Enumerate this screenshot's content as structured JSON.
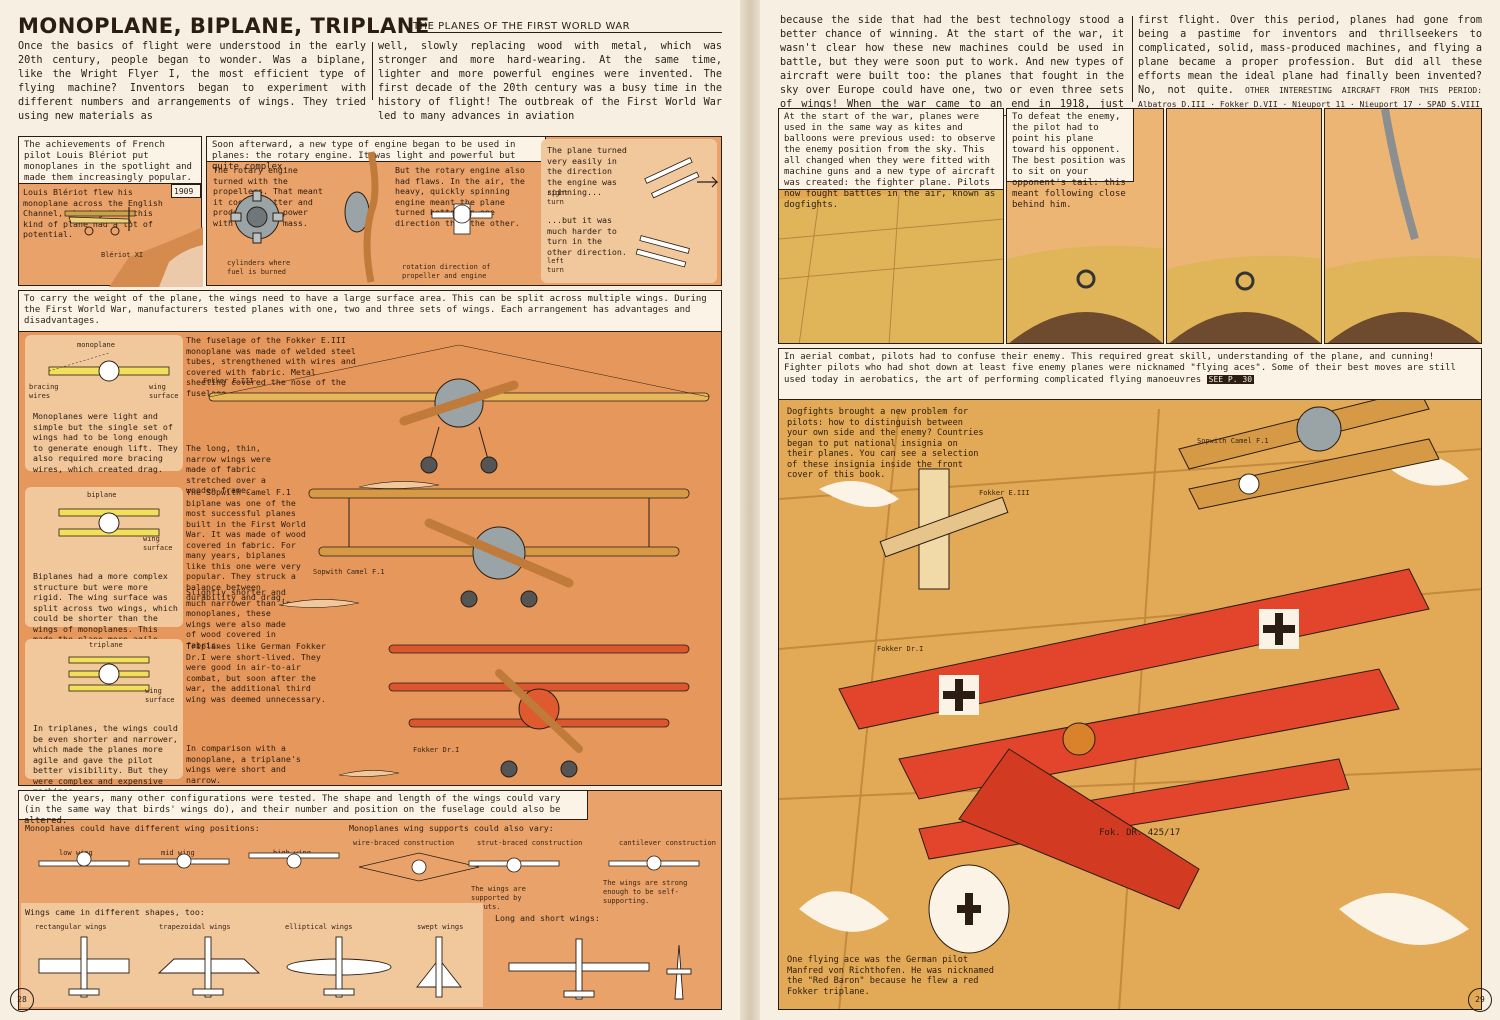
{
  "header": {
    "title": "MONOPLANE, BIPLANE, TRIPLANE",
    "subtitle": "THE PLANES OF THE FIRST WORLD WAR"
  },
  "intro": {
    "col1": "Once the basics of flight were understood in the early 20th century, people began to wonder. Was a biplane, like the Wright Flyer I, the most efficient type of flying machine? Inventors began to experiment with different numbers and arrangements of wings. They tried using new materials as",
    "col2": "well, slowly replacing wood with metal, which was stronger and more hard-wearing. At the same time, lighter and more powerful engines were invented. The first decade of the 20th century was a busy time in the history of flight! The outbreak of the First World War led to many advances in aviation",
    "col3": "because the side that had the best technology stood a better chance of winning. At the start of the war, it wasn't clear how these new machines could be used in battle, but they were soon put to work. And new types of aircraft were built too: the planes that fought in the sky over Europe could have one, two or even three sets of wings! When the war came to an end in 1918, just fifteen years had passed since the Wrights'",
    "col4": "first flight. Over this period, planes had gone from being a pastime for inventors and thrillseekers to complicated, solid, mass-produced machines, and flying a plane became a proper profession. But did all these efforts mean the ideal plane had finally been invented? No, not quite.",
    "col4_more": "OTHER INTERESTING AIRCRAFT FROM THIS PERIOD: Albatros D.III · Fokker D.VII · Nieuport 11 · Nieuport 17 · SPAD S.VIII"
  },
  "bleriot": {
    "caption": "The achievements of French pilot Louis Blériot put monoplanes in the spotlight and made them increasingly popular.",
    "year": "1909",
    "inner": "Louis Blériot flew his monoplane across the English Channel, showing that this kind of plane had a lot of potential.",
    "plane_label": "Blériot XI"
  },
  "rotary": {
    "caption": "Soon afterward, a new type of engine began to be used in planes: the rotary engine. It was light and powerful but quite complex.",
    "text1": "The rotary engine turned with the propellers. That meant it cooled better and produced more power with the same mass.",
    "text2": "But the rotary engine also had flaws. In the air, the heavy, quickly spinning engine meant the plane turned better in one direction than the other.",
    "text3": "The plane turned very easily in the direction the engine was spinning...",
    "right_turn": "right turn",
    "text4": "...but it was much harder to turn in the other direction.",
    "left_turn": "left turn",
    "cylinders": "cylinders where fuel is burned",
    "rotation": "rotation direction of propeller and engine"
  },
  "wings": {
    "caption": "To carry the weight of the plane, the wings need to have a large surface area. This can be split across multiple wings. During the First World War, manufacturers tested planes with one, two and three sets of wings. Each arrangement has advantages and disadvantages.",
    "mono": {
      "type": "monoplane",
      "bracing": "bracing wires",
      "surface": "wing surface",
      "plane": "Fokker E.III",
      "text": "Monoplanes were light and simple but the single set of wings had to be long enough to generate enough lift. They also required more bracing wires, which created drag.",
      "desc": "The fuselage of the Fokker E.III monoplane was made of welded steel tubes, strengthened with wires and covered with fabric. Metal sheeting covered the nose of the fuselage.",
      "wingnote": "The long, thin, narrow wings were made of fabric stretched over a wooden frame."
    },
    "bi": {
      "type": "biplane",
      "surface": "wing surface",
      "plane": "Sopwith Camel F.1",
      "text": "Biplanes had a more complex structure but were more rigid. The wing surface was split across two wings, which could be shorter than the wings of monoplanes. This made the plane more agile.",
      "desc": "The Sopwith Camel F.1 biplane was one of the most successful planes built in the First World War. It was made of wood covered in fabric. For many years, biplanes like this one were very popular. They struck a balance between durability and drag.",
      "wingnote": "Slightly shorter and much narrower than in monoplanes, these wings were also made of wood covered in fabric."
    },
    "tri": {
      "type": "triplane",
      "surface": "wing surface",
      "plane": "Fokker Dr.I",
      "text": "In triplanes, the wings could be even shorter and narrower, which made the planes more agile and gave the pilot better visibility. But they were complex and expensive machines.",
      "desc": "Triplanes like German Fokker Dr.I were short-lived. They were good in air-to-air combat, but soon after the war, the additional third wing was deemed unnecessary.",
      "wingnote": "In comparison with a monoplane, a triplane's wings were short and narrow."
    }
  },
  "configs": {
    "caption": "Over the years, many other configurations were tested. The shape and length of the wings could vary (in the same way that birds' wings do), and their number and position on the fuselage could also be altered.",
    "positions_title": "Monoplanes could have different wing positions:",
    "low": "low wing",
    "mid": "mid wing",
    "high": "high wing",
    "supports_title": "Monoplanes wing supports could also vary:",
    "wire": "wire-braced construction",
    "strut": "strut-braced construction",
    "cantilever": "cantilever construction",
    "strut_note": "The wings are supported by struts.",
    "cant_note": "The wings are strong enough to be self-supporting.",
    "shapes_title": "Wings came in different shapes, too:",
    "rect": "rectangular wings",
    "trap": "trapezoidal wings",
    "ellip": "elliptical wings",
    "swept": "swept wings",
    "length_title": "Long and short wings:"
  },
  "comic": {
    "p1": "At the start of the war, planes were used in the same way as kites and balloons were previous used: to observe the enemy position from the sky. This all changed when they were fitted with machine guns and a new type of aircraft was created: the fighter plane. Pilots now fought battles in the air, known as dogfights.",
    "p2": "To defeat the enemy, the pilot had to point his plane toward his opponent. The best position was to sit on your opponent's tail: this meant following close behind him."
  },
  "combat": {
    "caption": "In aerial combat, pilots had to confuse their enemy. This required great skill, understanding of the plane, and cunning! Fighter pilots who had shot down at least five enemy planes were nicknamed \"flying aces\". Some of their best moves are still used today in aerobatics, the art of performing complicated flying manoeuvres",
    "ref": "SEE P. 30",
    "dogfight": "Dogfights brought a new problem for pilots: how to distinguish between your own side and the enemy? Countries began to put national insignia on their planes. You can see a selection of these insignia inside the front cover of this book.",
    "camel": "Sopwith Camel F.1",
    "eiii": "Fokker E.III",
    "dri": "Fokker Dr.I",
    "ace": "One flying ace was the German pilot Manfred von Richthofen. He was nicknamed the \"Red Baron\" because he flew a red Fokker triplane.",
    "fuselage_text": "Fok. DR. 425/17"
  },
  "pages": {
    "left": "28",
    "right": "29"
  },
  "colors": {
    "orange": "#e9a36a",
    "red": "#e2452b",
    "cream": "#fbf3e6",
    "ink": "#2b1d12"
  }
}
